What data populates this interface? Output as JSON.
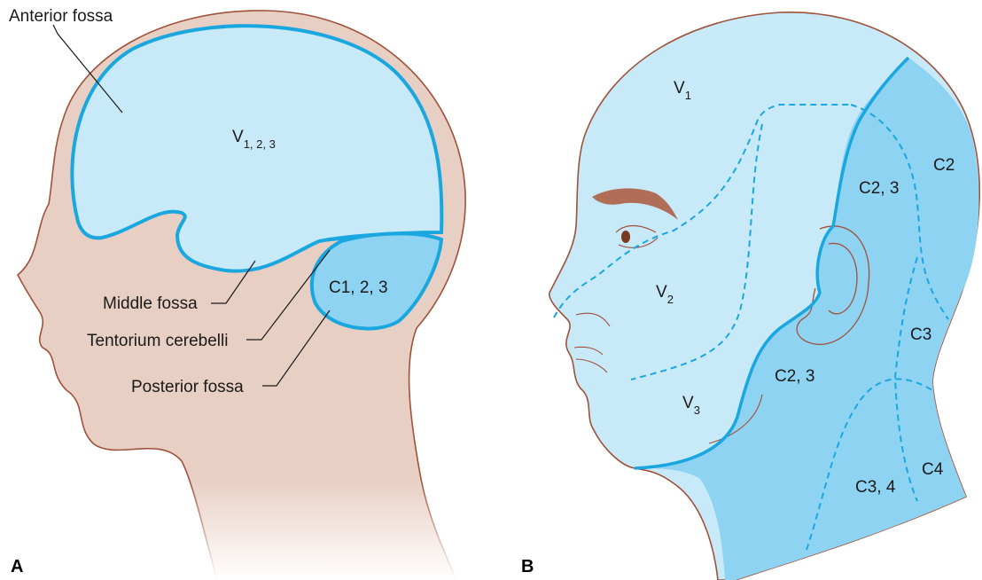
{
  "panel_a": {
    "letter": "A",
    "regions": {
      "anterior_fossa": "Anterior fossa",
      "middle_fossa": "Middle fossa",
      "tentorium": "Tentorium cerebelli",
      "posterior_fossa": "Posterior fossa"
    },
    "dermatomes": {
      "supratentorial_main": "V",
      "supratentorial_sub": "1, 2, 3",
      "posterior": "C1, 2, 3"
    }
  },
  "panel_b": {
    "letter": "B",
    "zones": {
      "v1_main": "V",
      "v1_sub": "1",
      "v2_main": "V",
      "v2_sub": "2",
      "v3_main": "V",
      "v3_sub": "3",
      "c2_3_upper": "C2, 3",
      "c2": "C2",
      "c3": "C3",
      "c2_3_lower": "C2, 3",
      "c4": "C4",
      "c3_4": "C3, 4"
    }
  },
  "colors": {
    "skin": "#e8cfc4",
    "skin_outline": "#a0513a",
    "light_blue": "#c8e9f8",
    "mid_blue": "#8ed3f2",
    "line_blue": "#1aa7e0",
    "eyebrow": "#b06d58"
  }
}
